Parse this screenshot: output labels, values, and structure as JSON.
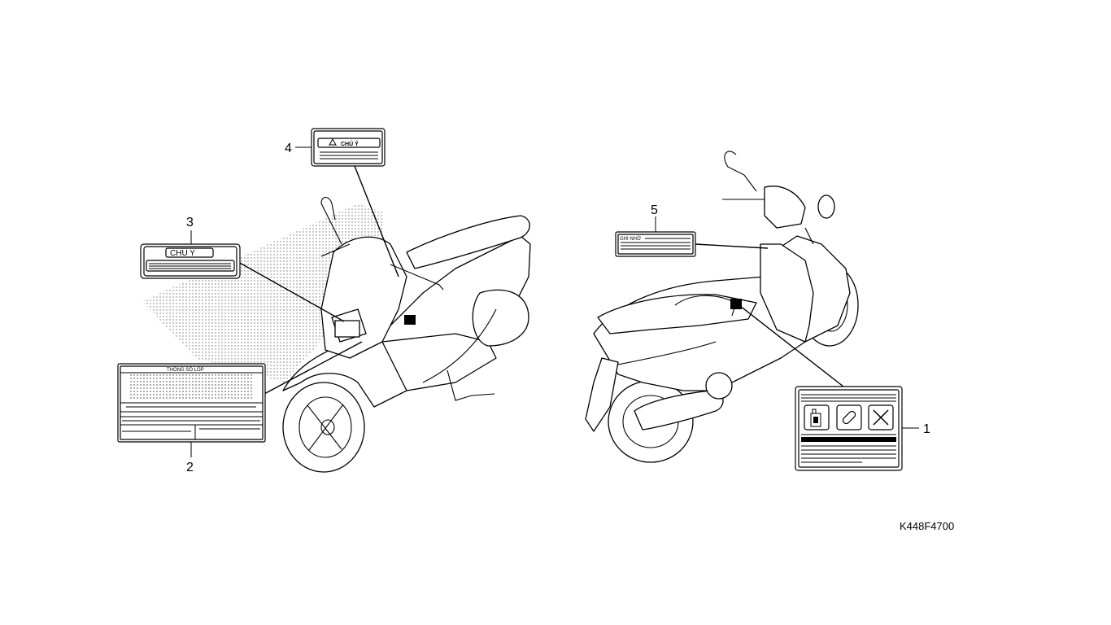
{
  "callouts": [
    "1",
    "2",
    "3",
    "4",
    "5"
  ],
  "labels": {
    "label_3_heading": "CHU Y",
    "label_4_heading": "CHÚ Ý",
    "label_2_heading": "THÔNG SỐ LỐP",
    "label_5_heading": "GHI NHỚ"
  },
  "figure_code": "K448F4700",
  "icons": [
    "warning-triangle-icon",
    "fuel-can-icon",
    "chain-icon",
    "no-tool-icon"
  ]
}
